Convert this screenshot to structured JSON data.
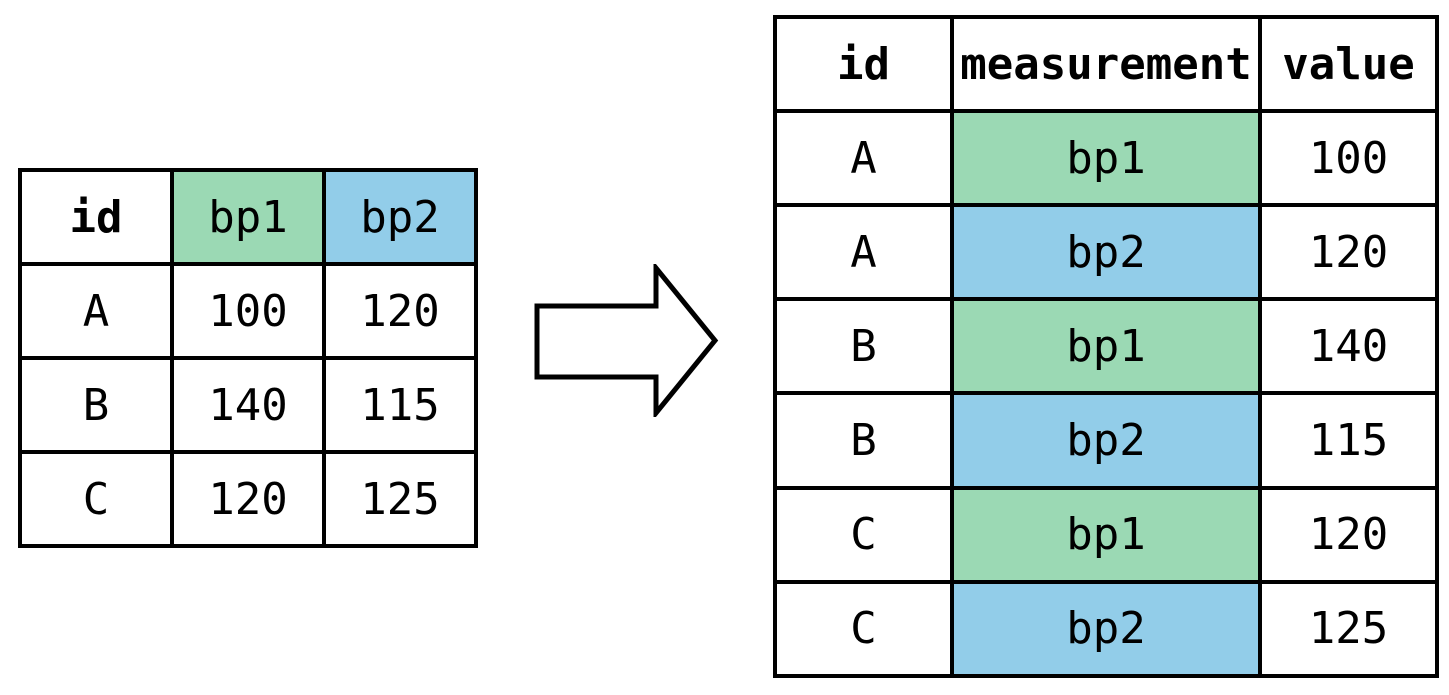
{
  "colors": {
    "green": "#9bd9b4",
    "blue": "#92cde9",
    "border": "#000000",
    "background": "#ffffff"
  },
  "left_table": {
    "headers": [
      "id",
      "bp1",
      "bp2"
    ],
    "header_highlights": [
      "",
      "green",
      "blue"
    ],
    "rows": [
      [
        "A",
        "100",
        "120"
      ],
      [
        "B",
        "140",
        "115"
      ],
      [
        "C",
        "120",
        "125"
      ]
    ]
  },
  "arrow": {
    "direction": "right",
    "style": "block-outline"
  },
  "right_table": {
    "headers": [
      "id",
      "measurement",
      "value"
    ],
    "rows": [
      [
        "A",
        "bp1",
        "100"
      ],
      [
        "A",
        "bp2",
        "120"
      ],
      [
        "B",
        "bp1",
        "140"
      ],
      [
        "B",
        "bp2",
        "115"
      ],
      [
        "C",
        "bp1",
        "120"
      ],
      [
        "C",
        "bp2",
        "125"
      ]
    ],
    "row_highlights": [
      "green",
      "blue",
      "green",
      "blue",
      "green",
      "blue"
    ]
  }
}
